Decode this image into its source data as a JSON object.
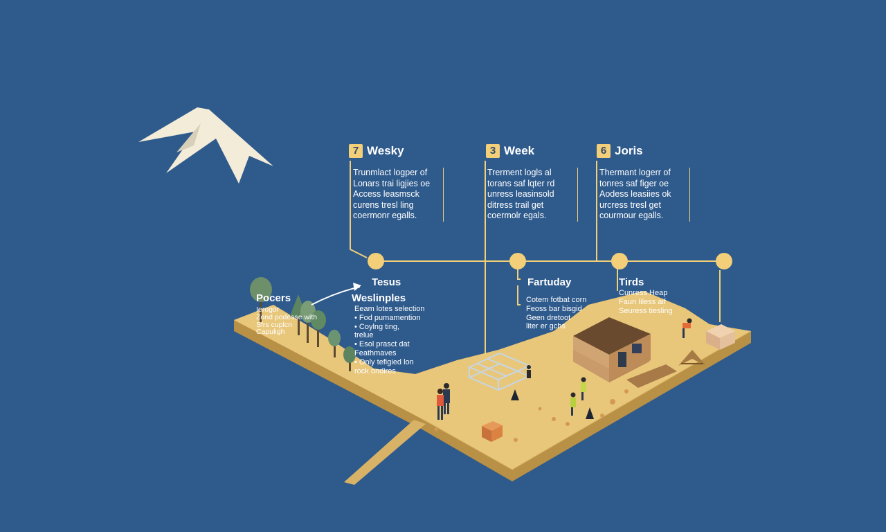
{
  "stages": [
    {
      "number": "7",
      "title": "Wesky",
      "lines": [
        "Trunmlact logper of",
        "Lonars trai ligjies oe",
        "Access leasmsck",
        "curens tresl ling",
        "coermonr egalls."
      ]
    },
    {
      "number": "3",
      "title": "Week",
      "lines": [
        "Trerment logls al",
        "torans saf lqter rd",
        "unress leasinsold",
        "ditress trail get",
        "coermolr egals."
      ]
    },
    {
      "number": "6",
      "title": "Joris",
      "lines": [
        "Thermant logerr of",
        "tonres saf figer oe",
        "Aodess leasiies ok",
        "urcress tresl get",
        "courmour egalls."
      ]
    }
  ],
  "sections": {
    "pocers": {
      "title": "Pocers",
      "lines": [
        "Ierogor",
        "Zond podesse with",
        "Sfrs cuplcn",
        "Capuligh"
      ]
    },
    "tesus": {
      "title": "Tesus"
    },
    "weslinples": {
      "title": "Weslinples",
      "lines": [
        "Eeam lotes selection",
        "• Fod pumamention",
        "• Coylng ting,",
        "   trelue",
        "• Esol prasct dat",
        "   Feathmaves",
        "• Only tefigied lon",
        "   rock ondires"
      ]
    },
    "fartuday": {
      "title": "Fartuday",
      "lines": [
        "Cotem fotbat corn",
        "Feoss bar bisgid",
        "Geen dretoot",
        "liter er gchs"
      ]
    },
    "tirds": {
      "title": "Tirds",
      "lines": [
        "Cunress Heap",
        "Faun Iiless aif",
        "Seuress tiesling"
      ]
    }
  },
  "colors": {
    "background": "#2e5a8c",
    "accent": "#f2cf78",
    "ground_top": "#e8c67a",
    "ground_side": "#c9a256"
  }
}
